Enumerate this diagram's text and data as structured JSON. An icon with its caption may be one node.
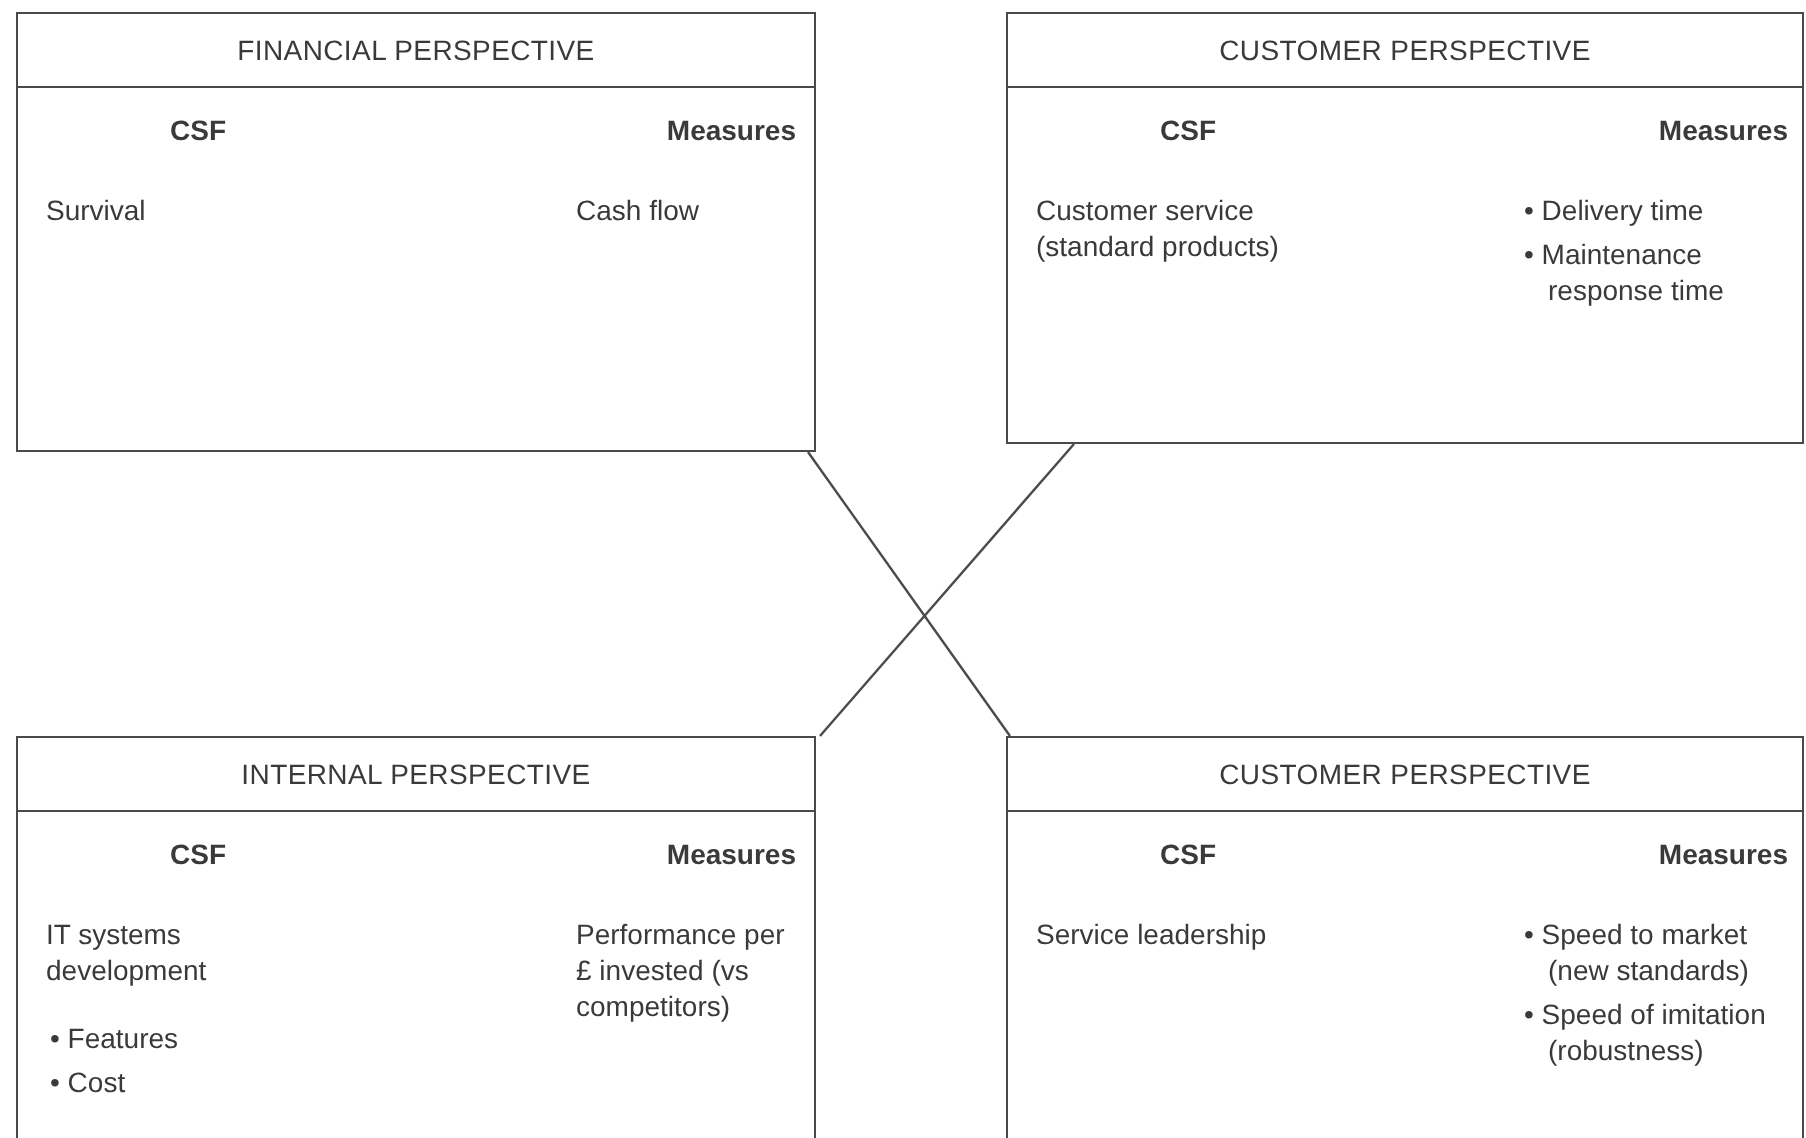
{
  "diagram": {
    "nodes": [
      {
        "text": [
          "FINANCIAL PERSPECTIVE",
          "CSF",
          "Measures",
          "Survival",
          "Cash flow"
        ]
      },
      {
        "text": [
          "CUSTOMER PERSPECTIVE",
          "CSF",
          "Measures",
          "Customer service (standard products)",
          "• Delivery time",
          "• Maintenance response time"
        ]
      },
      {
        "text": [
          "INTERNAL PERSPECTIVE",
          "CSF",
          "Measures",
          "IT systems development",
          "• Features",
          "• Cost",
          "Performance per £ invested (vs competitors)"
        ]
      },
      {
        "text": [
          "CUSTOMER PERSPECTIVE",
          "CSF",
          "Measures",
          "Service leadership",
          "• Speed to market (new standards)",
          "• Speed of imitation (robustness)"
        ]
      }
    ],
    "edges": [
      {
        "from": 0,
        "to": 3,
        "arrow": "none"
      },
      {
        "from": 1,
        "to": 2,
        "arrow": "none"
      }
    ]
  }
}
